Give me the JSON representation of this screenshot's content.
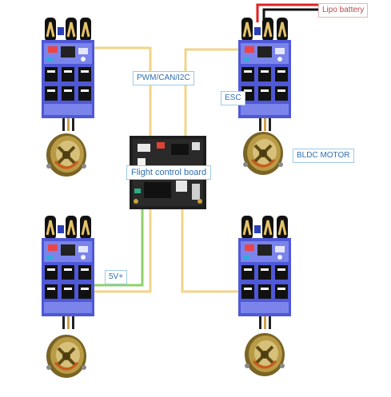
{
  "labels": {
    "pwm": "PWM/CAN/I2C",
    "esc": "ESC",
    "fcb": "Flight control board",
    "motor": "BLDC MOTOR",
    "fivev": "5V+",
    "lipo": "Lipo battery"
  },
  "colors": {
    "signal_wire": "#f2d48a",
    "power_wire": "#8fd16a",
    "battery_red": "#e02020",
    "battery_black": "#111111",
    "esc_board": "#4f58d6",
    "heatsink": "#111111",
    "motor_gold": "#b99a45"
  },
  "icons": [
    "esc-board-icon",
    "bldc-motor-icon",
    "flight-controller-icon",
    "battery-wire-icon"
  ]
}
